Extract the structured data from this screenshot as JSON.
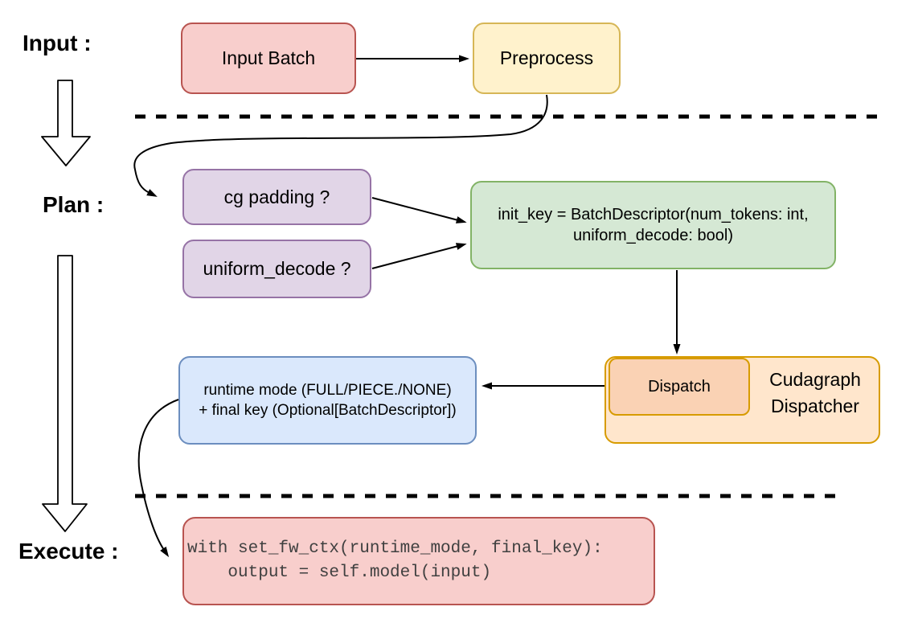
{
  "stage_labels": {
    "input": "Input :",
    "plan": "Plan :",
    "execute": "Execute :"
  },
  "nodes": {
    "input_batch": {
      "label": "Input Batch",
      "fill": "#f8cecc",
      "stroke": "#b85450"
    },
    "preprocess": {
      "label": "Preprocess",
      "fill": "#fff2cc",
      "stroke": "#d6b656"
    },
    "cg_padding": {
      "label": "cg padding ?",
      "fill": "#e1d5e7",
      "stroke": "#9673a6"
    },
    "uniform_decode": {
      "label": "uniform_decode ?",
      "fill": "#e1d5e7",
      "stroke": "#9673a6"
    },
    "init_key": {
      "line1": "init_key = BatchDescriptor(num_tokens: int,",
      "line2": "uniform_decode: bool)",
      "fill": "#d5e8d4",
      "stroke": "#82b366"
    },
    "runtime_mode": {
      "line1": "runtime mode (FULL/PIECE./NONE)",
      "line2": "+ final key (Optional[BatchDescriptor])",
      "fill": "#dae8fc",
      "stroke": "#6c8ebf"
    },
    "cudagraph_dispatcher": {
      "line1": "Cudagraph",
      "line2": "Dispatcher",
      "fill": "#ffe6cc",
      "stroke": "#d79b00"
    },
    "dispatch": {
      "label": "Dispatch",
      "fill": "#fad2b4",
      "stroke": "#d79b00"
    },
    "execute_code": {
      "line1": "with set_fw_ctx(runtime_mode, final_key):",
      "line2": "    output = self.model(input)",
      "fill": "#f8cecc",
      "stroke": "#b85450",
      "text_color": "#404040"
    }
  },
  "connector_color": "#000000"
}
